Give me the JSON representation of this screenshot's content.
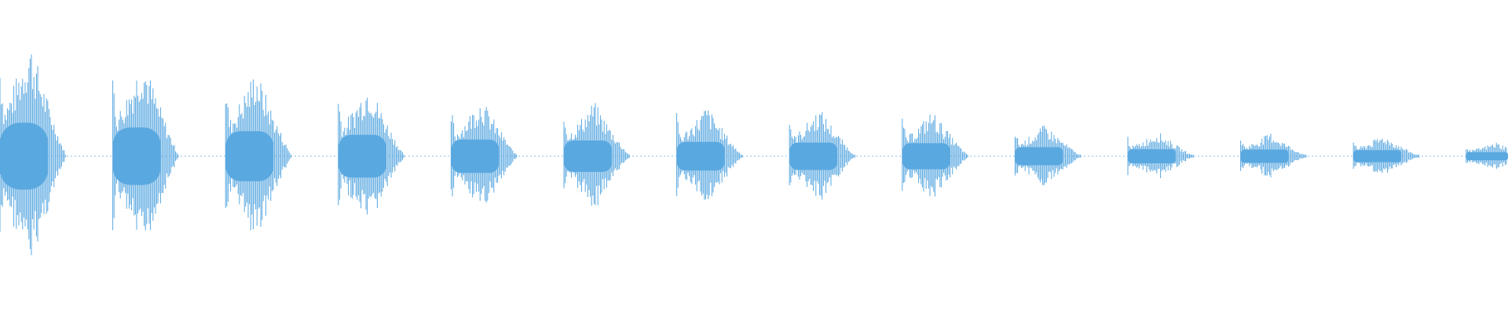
{
  "waveform": {
    "color": "#5aa8e0",
    "background": "#ffffff",
    "burst_count": 14,
    "burst_peak_levels": [
      1.0,
      0.86,
      0.75,
      0.64,
      0.5,
      0.47,
      0.43,
      0.41,
      0.39,
      0.27,
      0.21,
      0.2,
      0.18,
      0.12
    ]
  }
}
